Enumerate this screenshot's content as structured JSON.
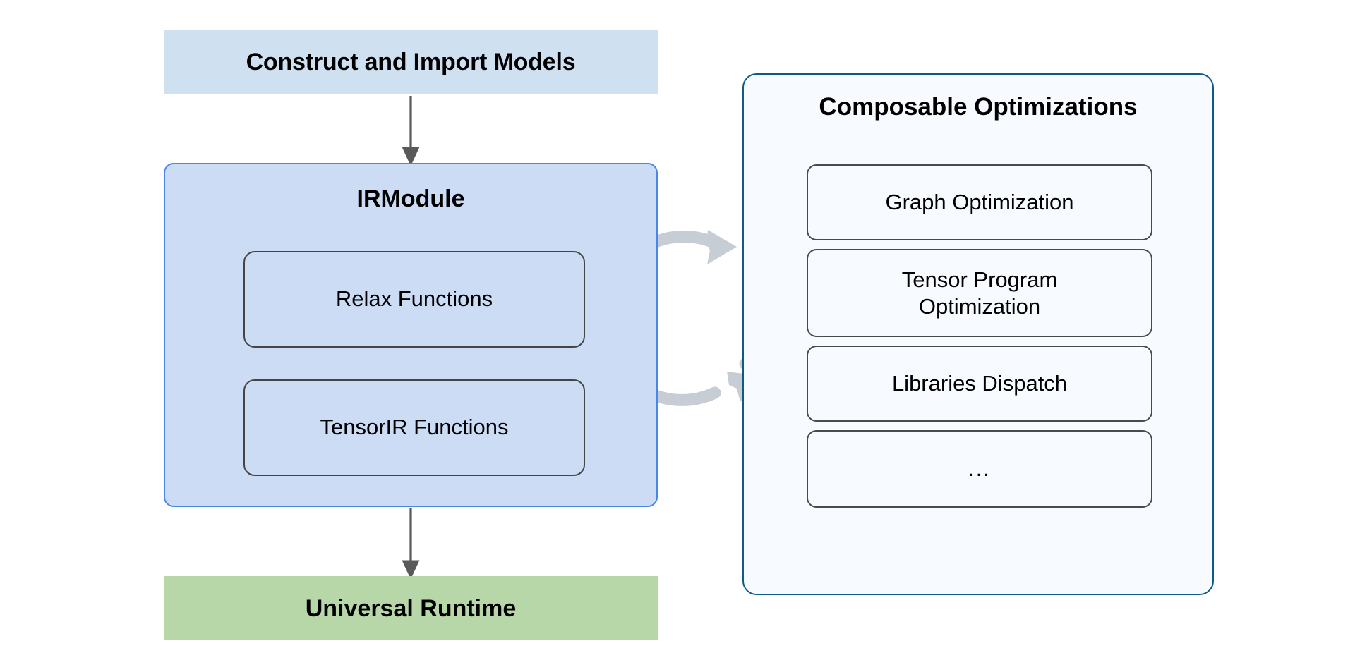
{
  "diagram": {
    "title": "TVM Unity IRModule compilation flow",
    "type": "flowchart"
  },
  "colors": {
    "construct_fill": "#cfe0f1",
    "irmodule_fill": "#ccdcf5",
    "irmodule_border": "#4a86e8",
    "runtime_fill": "#b7d7a8",
    "panel_fill": "#f7faff",
    "panel_border": "#0f5b84",
    "subbox_border": "#454545",
    "connector": "#595959",
    "cycle_arrow": "#c7cdd4"
  },
  "left_flow": {
    "construct": {
      "label": "Construct and Import Models"
    },
    "irmodule": {
      "title": "IRModule",
      "functions": [
        {
          "label": "Relax Functions"
        },
        {
          "label": "TensorIR Functions"
        }
      ]
    },
    "runtime": {
      "label": "Universal Runtime"
    }
  },
  "right_panel": {
    "title": "Composable Optimizations",
    "items": [
      {
        "label": "Graph Optimization"
      },
      {
        "label": "Tensor Program\nOptimization"
      },
      {
        "label": "Libraries Dispatch"
      },
      {
        "label": "..."
      }
    ]
  },
  "connectors": [
    {
      "name": "construct-to-irmodule",
      "from": "Construct and Import Models",
      "to": "IRModule",
      "style": "straight-arrow-down"
    },
    {
      "name": "irmodule-to-runtime",
      "from": "IRModule",
      "to": "Universal Runtime",
      "style": "straight-arrow-down"
    },
    {
      "name": "irmodule-optimizations-cycle",
      "from": "IRModule",
      "to": "Composable Optimizations",
      "style": "bidirectional-circular-cycle"
    }
  ]
}
